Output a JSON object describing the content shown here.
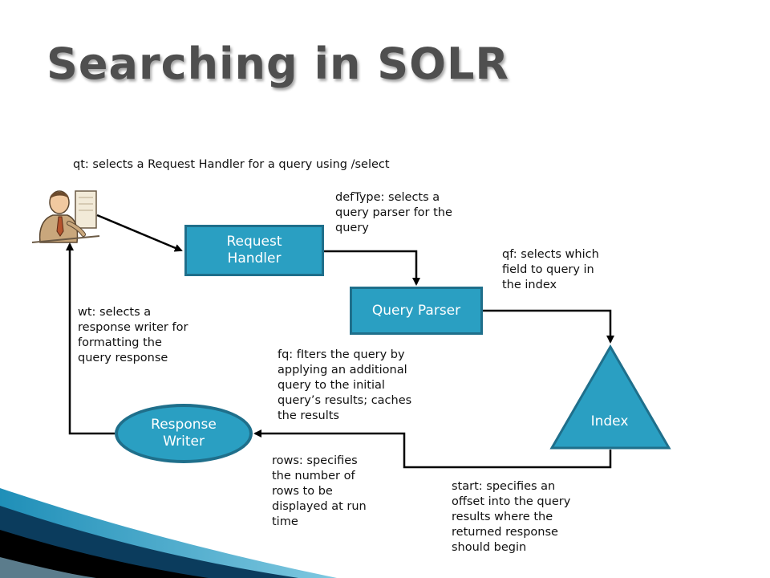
{
  "title": "Searching in SOLR",
  "icons": {
    "user": "businessman-at-computer-icon"
  },
  "colors": {
    "node_fill": "#2a9fc2",
    "node_border": "#1f6f8b",
    "title": "#4f4f4f",
    "corner_dark": "#0b3c5d",
    "corner_light": "#2a9fc2"
  },
  "nodes": {
    "request_handler": "Request Handler",
    "query_parser": "Query Parser",
    "index": "Index",
    "response_writer": "Response Writer"
  },
  "notes": {
    "qt": "qt: selects a Request Handler for a query using /select",
    "deftype": "defType: selects a query parser for the query",
    "qf": "qf: selects which field to query in the index",
    "wt": "wt: selects a response writer for formatting the query response",
    "fq": "fq: fIters the query by applying an additional query to the initial query’s results; caches the results",
    "rows": "rows: specifies the number of rows to be displayed at run time",
    "start": "start: specifies an offset into the query results where the returned response should begin"
  }
}
